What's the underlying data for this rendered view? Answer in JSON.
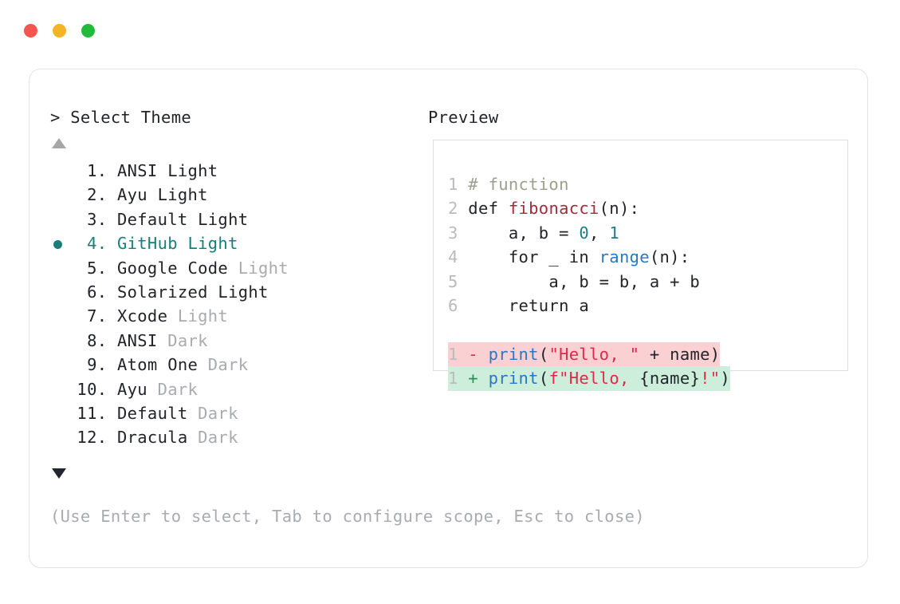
{
  "window": {
    "dots": [
      {
        "name": "close",
        "color": "#f5564e"
      },
      {
        "name": "minimize",
        "color": "#f5b425"
      },
      {
        "name": "maximize",
        "color": "#21bb3c"
      }
    ]
  },
  "picker": {
    "prompt": "> Select Theme",
    "preview_label": "Preview",
    "scroll_up_icon": "triangle-up-icon",
    "scroll_down_icon": "triangle-down-icon",
    "selected_index": 4,
    "hint": "(Use Enter to select, Tab to configure scope, Esc to close)",
    "accent_color": "#15807a",
    "items": [
      {
        "index": " 1.",
        "name": "ANSI",
        "variant": "Light",
        "dim": false,
        "selected": false
      },
      {
        "index": " 2.",
        "name": "Ayu",
        "variant": "Light",
        "dim": false,
        "selected": false
      },
      {
        "index": " 3.",
        "name": "Default",
        "variant": "Light",
        "dim": false,
        "selected": false
      },
      {
        "index": " 4.",
        "name": "GitHub",
        "variant": "Light",
        "dim": false,
        "selected": true
      },
      {
        "index": " 5.",
        "name": "Google Code",
        "variant": "Light",
        "dim": true,
        "selected": false
      },
      {
        "index": " 6.",
        "name": "Solarized",
        "variant": "Light",
        "dim": false,
        "selected": false
      },
      {
        "index": " 7.",
        "name": "Xcode",
        "variant": "Light",
        "dim": true,
        "selected": false
      },
      {
        "index": " 8.",
        "name": "ANSI",
        "variant": "Dark",
        "dim": true,
        "selected": false
      },
      {
        "index": " 9.",
        "name": "Atom One",
        "variant": "Dark",
        "dim": true,
        "selected": false
      },
      {
        "index": "10.",
        "name": "Ayu",
        "variant": "Dark",
        "dim": true,
        "selected": false
      },
      {
        "index": "11.",
        "name": "Default",
        "variant": "Dark",
        "dim": true,
        "selected": false
      },
      {
        "index": "12.",
        "name": "Dracula",
        "variant": "Dark",
        "dim": true,
        "selected": false
      }
    ]
  },
  "preview": {
    "language": "python",
    "code_lines": [
      {
        "no": "1",
        "tokens": [
          {
            "t": "# function",
            "c": "comment"
          }
        ]
      },
      {
        "no": "2",
        "tokens": [
          {
            "t": "def ",
            "c": "plain"
          },
          {
            "t": "fibonacci",
            "c": "func"
          },
          {
            "t": "(n):",
            "c": "punct"
          }
        ]
      },
      {
        "no": "3",
        "tokens": [
          {
            "t": "    a, b = ",
            "c": "plain"
          },
          {
            "t": "0",
            "c": "num"
          },
          {
            "t": ", ",
            "c": "plain"
          },
          {
            "t": "1",
            "c": "num"
          }
        ]
      },
      {
        "no": "4",
        "tokens": [
          {
            "t": "    for _ in ",
            "c": "plain"
          },
          {
            "t": "range",
            "c": "builtin"
          },
          {
            "t": "(n):",
            "c": "punct"
          }
        ]
      },
      {
        "no": "5",
        "tokens": [
          {
            "t": "        a, b = b, a + b",
            "c": "plain"
          }
        ]
      },
      {
        "no": "6",
        "tokens": [
          {
            "t": "    return a",
            "c": "plain"
          }
        ]
      }
    ],
    "diff_lines": [
      {
        "no": "1",
        "marker": "-",
        "kind": "del",
        "tokens": [
          {
            "t": "print",
            "c": "builtin"
          },
          {
            "t": "(",
            "c": "punct"
          },
          {
            "t": "\"Hello, \"",
            "c": "string"
          },
          {
            "t": " + name)",
            "c": "plain"
          }
        ]
      },
      {
        "no": "1",
        "marker": "+",
        "kind": "add",
        "tokens": [
          {
            "t": "print",
            "c": "builtin"
          },
          {
            "t": "(",
            "c": "punct"
          },
          {
            "t": "f\"Hello, ",
            "c": "string"
          },
          {
            "t": "{name}",
            "c": "plain"
          },
          {
            "t": "!\"",
            "c": "string"
          },
          {
            "t": ")",
            "c": "punct"
          }
        ]
      }
    ]
  }
}
